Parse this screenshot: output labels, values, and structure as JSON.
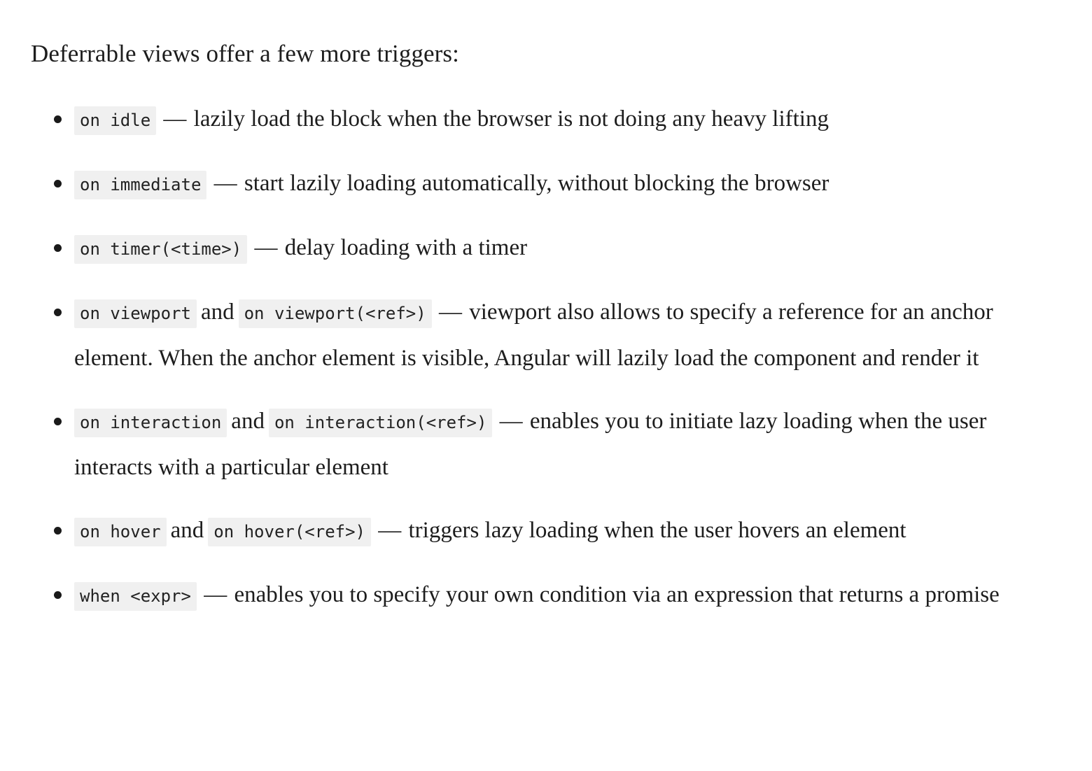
{
  "document": {
    "intro": "Deferrable views offer a few more triggers:",
    "bullets": [
      {
        "id": "on-idle",
        "codes": [
          "on idle"
        ],
        "conjunction": null,
        "dash": "—",
        "description": "lazily load the block when the browser is not doing any heavy lifting"
      },
      {
        "id": "on-immediate",
        "codes": [
          "on immediate"
        ],
        "conjunction": null,
        "dash": "—",
        "description": "start lazily loading automatically, without blocking the browser"
      },
      {
        "id": "on-timer",
        "codes": [
          "on timer(<time>)"
        ],
        "conjunction": null,
        "dash": "—",
        "description": "delay loading with a timer"
      },
      {
        "id": "on-viewport",
        "codes": [
          "on viewport",
          "on viewport(<ref>)"
        ],
        "conjunction": "and",
        "dash": "—",
        "description": "viewport also allows to specify a reference for an anchor element. When the anchor element is visible, Angular will lazily load the component and render it"
      },
      {
        "id": "on-interaction",
        "codes": [
          "on interaction",
          "on interaction(<ref>)"
        ],
        "conjunction": "and",
        "dash": "—",
        "description": "enables you to initiate lazy loading when the user interacts with a particular element"
      },
      {
        "id": "on-hover",
        "codes": [
          "on hover",
          "on hover(<ref>)"
        ],
        "conjunction": "and",
        "dash": "—",
        "description": "triggers lazy loading when the user hovers an element"
      },
      {
        "id": "when-expr",
        "codes": [
          "when <expr>"
        ],
        "conjunction": null,
        "dash": "—",
        "description": "enables you to specify your own condition via an expression that returns a promise"
      }
    ]
  },
  "style": {
    "background": "#ffffff",
    "text_color": "#1d1d1d",
    "code_background": "#f0f0f0",
    "code_color": "#222222"
  }
}
